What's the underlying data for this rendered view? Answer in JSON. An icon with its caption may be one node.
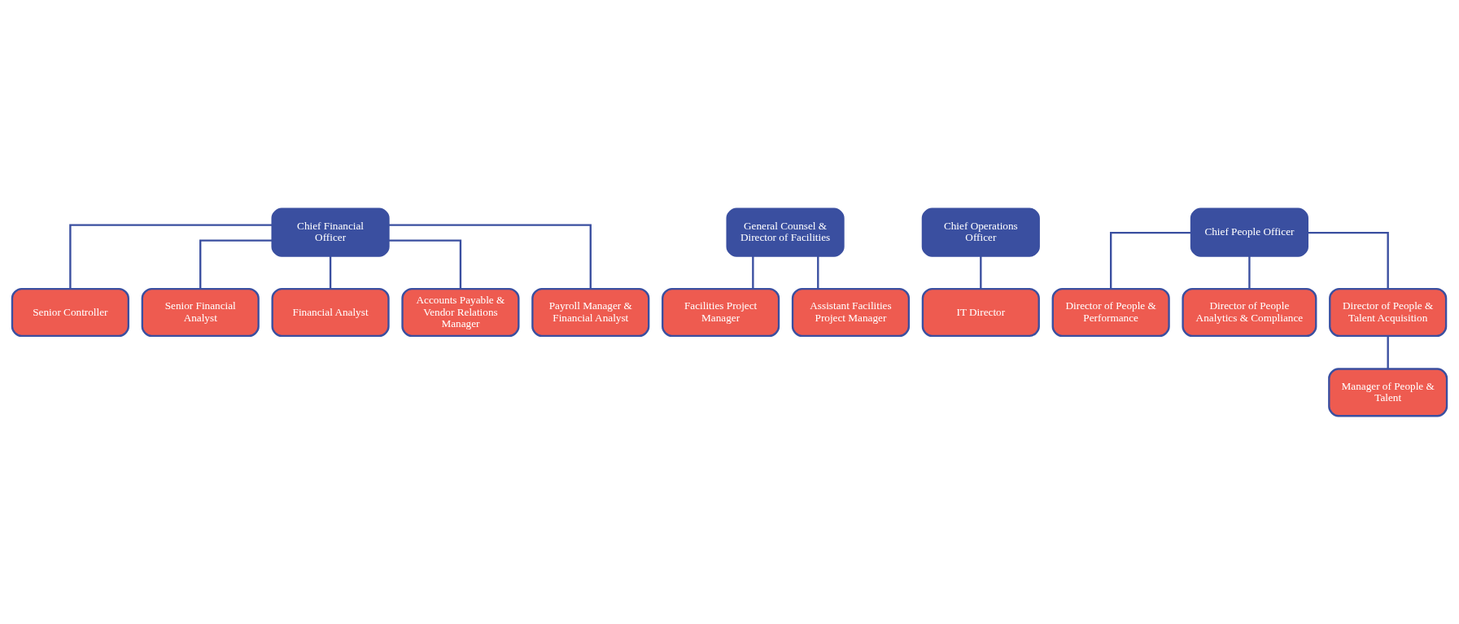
{
  "diagram": {
    "nodes": [
      {
        "text": [
          "Chief Financial Officer"
        ]
      },
      {
        "text": [
          "Senior Controller"
        ]
      },
      {
        "text": [
          "Senior Financial Analyst"
        ]
      },
      {
        "text": [
          "Financial Analyst"
        ]
      },
      {
        "text": [
          "Accounts Payable & Vendor Relations Manager"
        ]
      },
      {
        "text": [
          "Payroll Manager & Financial Analyst"
        ]
      },
      {
        "text": [
          "General Counsel & Director of Facilities"
        ]
      },
      {
        "text": [
          "Facilities Project Manager"
        ]
      },
      {
        "text": [
          "Assistant Facilities Project Manager"
        ]
      },
      {
        "text": [
          "Chief Operations Officer"
        ]
      },
      {
        "text": [
          "IT Director"
        ]
      },
      {
        "text": [
          "Chief People Officer"
        ]
      },
      {
        "text": [
          "Director of People & Performance"
        ]
      },
      {
        "text": [
          "Director of People Analytics & Compliance"
        ]
      },
      {
        "text": [
          "Director of People & Talent Acquisition"
        ]
      },
      {
        "text": [
          "Manager of People & Talent"
        ]
      }
    ],
    "edges": [
      {
        "from": 0,
        "to": 1,
        "arrow": "none"
      },
      {
        "from": 0,
        "to": 2,
        "arrow": "none"
      },
      {
        "from": 0,
        "to": 3,
        "arrow": "none"
      },
      {
        "from": 0,
        "to": 4,
        "arrow": "none"
      },
      {
        "from": 0,
        "to": 5,
        "arrow": "none"
      },
      {
        "from": 6,
        "to": 7,
        "arrow": "none"
      },
      {
        "from": 6,
        "to": 8,
        "arrow": "none"
      },
      {
        "from": 9,
        "to": 10,
        "arrow": "none"
      },
      {
        "from": 11,
        "to": 12,
        "arrow": "none"
      },
      {
        "from": 11,
        "to": 13,
        "arrow": "none"
      },
      {
        "from": 11,
        "to": 14,
        "arrow": "none"
      },
      {
        "from": 14,
        "to": 15,
        "arrow": "none"
      }
    ]
  }
}
